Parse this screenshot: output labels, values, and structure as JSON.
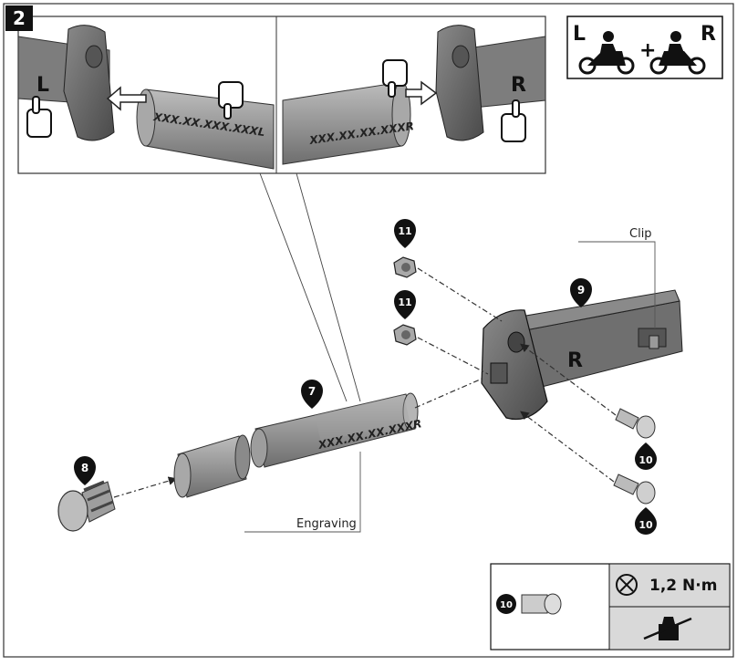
{
  "step": {
    "number": "2"
  },
  "side_badge": {
    "left": "L",
    "plus": "+",
    "right": "R"
  },
  "detail": {
    "left_engraving": "XXX.XX.XXX.XXXL",
    "right_engraving": "XXX.XX.XX.XXXR",
    "left_bracket_mark": "L",
    "right_bracket_mark": "R"
  },
  "main": {
    "tube_engraving": "XXX.XX.XX.XXXR",
    "bracket_mark": "R",
    "labels": {
      "clip": "Clip",
      "engraving": "Engraving"
    },
    "callouts": {
      "nut_top": "11",
      "nut_bottom": "11",
      "bracket": "9",
      "tube": "7",
      "plug": "8",
      "bolt_top": "10",
      "bolt_bottom": "10"
    }
  },
  "torque_box": {
    "callout": "10",
    "torque": "1,2 N·m"
  },
  "colors": {
    "part_gray": "#8c8c8c",
    "dark": "#111111",
    "panel_gray": "#d9d9d9"
  }
}
